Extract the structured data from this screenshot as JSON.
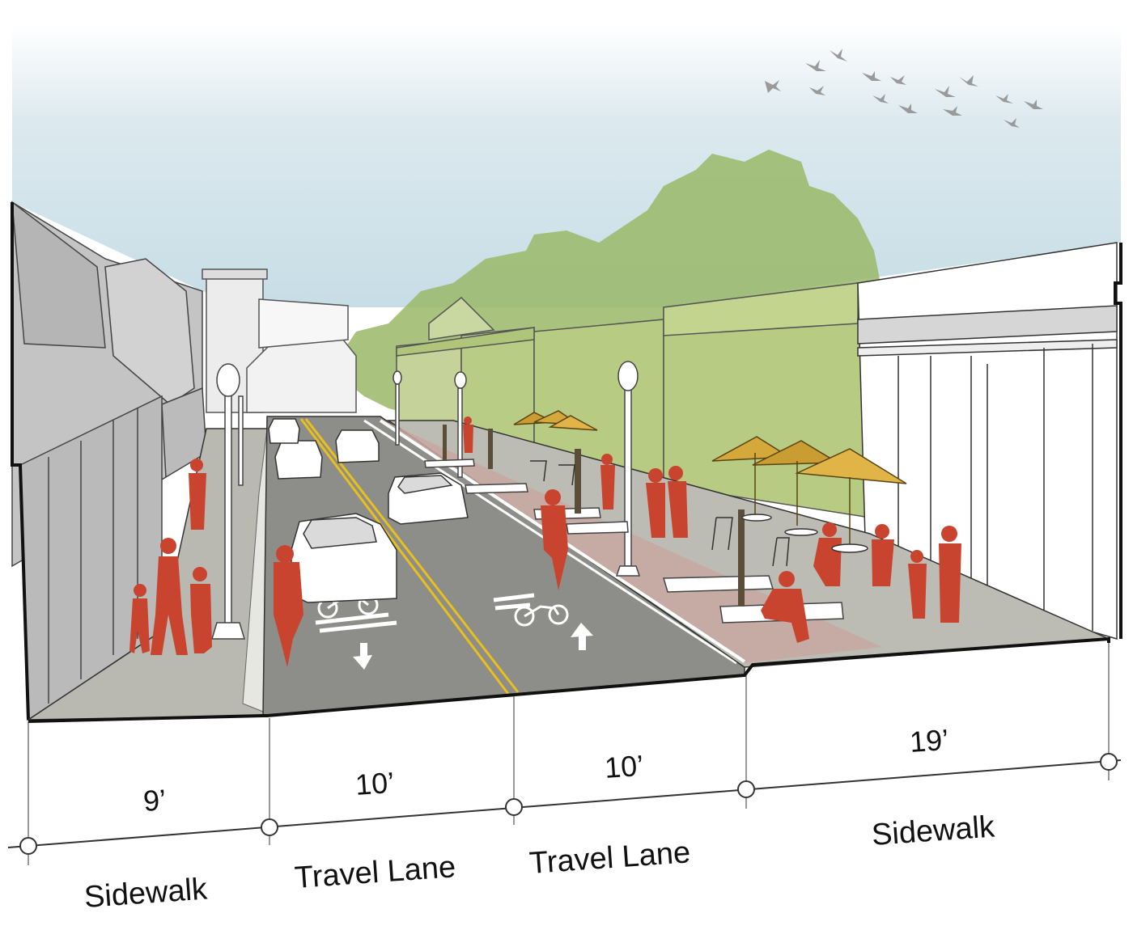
{
  "dimensions": [
    {
      "width": "9’",
      "label": "Sidewalk"
    },
    {
      "width": "10’",
      "label": "Travel Lane"
    },
    {
      "width": "10’",
      "label": "Travel Lane"
    },
    {
      "width": "19’",
      "label": "Sidewalk"
    }
  ],
  "colors": {
    "sky": "#cfe3ec",
    "foliage": "#9ab868",
    "road": "#8f8f8b",
    "sidewalk": "#bdbcb4",
    "bike_buffer": "#c9a9a3",
    "people": "#c9442f",
    "umbrella": "#d4a83a",
    "lane_line_yellow": "#e8c01e",
    "building_grey": "#bdbdbd",
    "birds": "#9a9a9a"
  },
  "icons": [
    "pedestrian-figure",
    "bicycle-marking",
    "arrow-up",
    "arrow-down",
    "street-lamp",
    "patio-umbrella",
    "car",
    "bird"
  ]
}
